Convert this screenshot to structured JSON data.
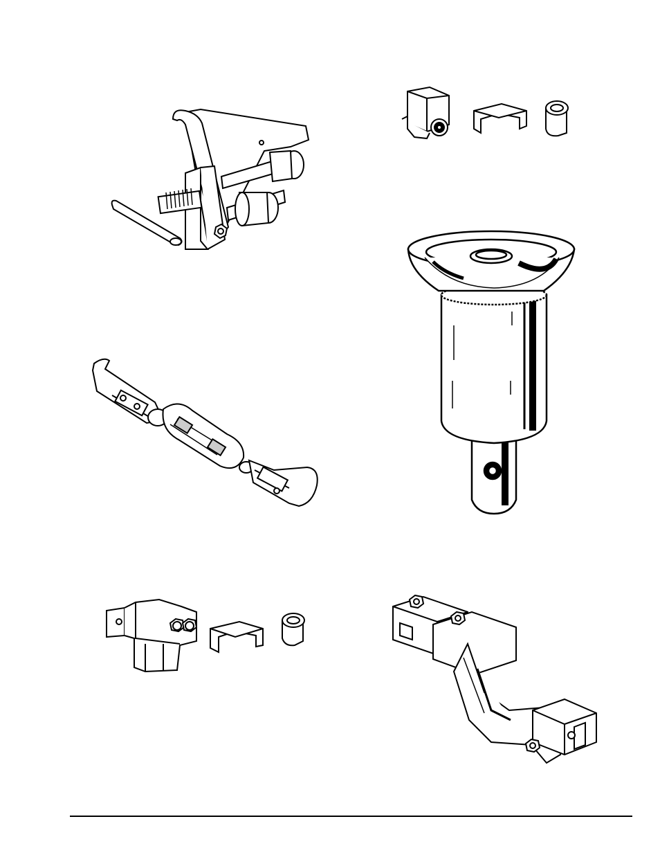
{
  "page": {
    "background": "#ffffff",
    "line_color": "#000000"
  },
  "illustrations": [
    {
      "id": "bearing-puller",
      "icon": "bearing-puller-tool-illustration"
    },
    {
      "id": "bushing-set-small",
      "icon": "bracket-bushing-set-illustration"
    },
    {
      "id": "cone-pin",
      "icon": "cone-hitch-pin-illustration"
    },
    {
      "id": "turnbuckle",
      "icon": "turnbuckle-link-illustration"
    },
    {
      "id": "bushing-set-large",
      "icon": "clamp-bracket-bushing-set-illustration"
    },
    {
      "id": "offset-drawbar",
      "icon": "offset-drawbar-illustration"
    }
  ]
}
